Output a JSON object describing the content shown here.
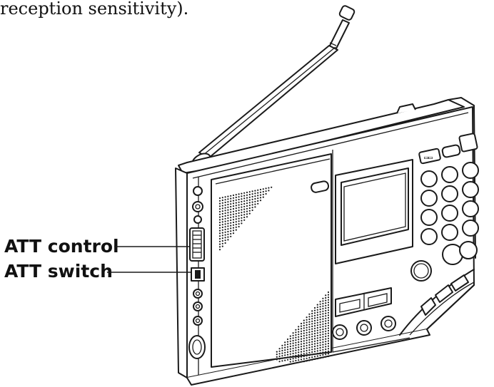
{
  "header_fragment": "reception sensitivity).",
  "labels": {
    "att_control": "ATT control",
    "att_switch": "ATT switch"
  },
  "colors": {
    "ink": "#1a1a1a",
    "background": "#ffffff"
  },
  "icons": [
    "telescopic-antenna",
    "lcd-display",
    "speaker-grille",
    "keypad",
    "jog-dial"
  ]
}
